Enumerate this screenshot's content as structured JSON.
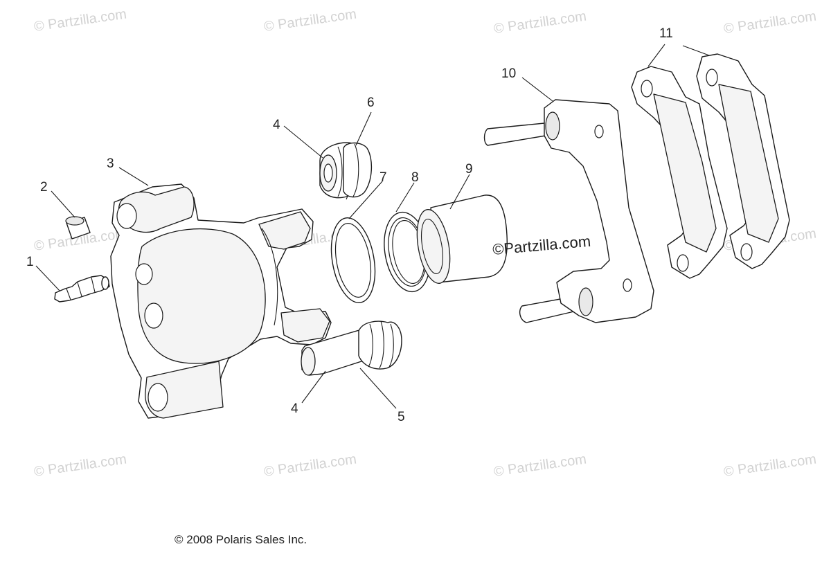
{
  "watermark": "© Partzilla.com",
  "brand_watermark": "©Partzilla.com",
  "copyright": "© 2008 Polaris Sales Inc.",
  "callouts": {
    "c1": "1",
    "c2": "2",
    "c3": "3",
    "c4a": "4",
    "c4b": "4",
    "c5": "5",
    "c6": "6",
    "c7": "7",
    "c8": "8",
    "c9": "9",
    "c10": "10",
    "c11": "11"
  }
}
